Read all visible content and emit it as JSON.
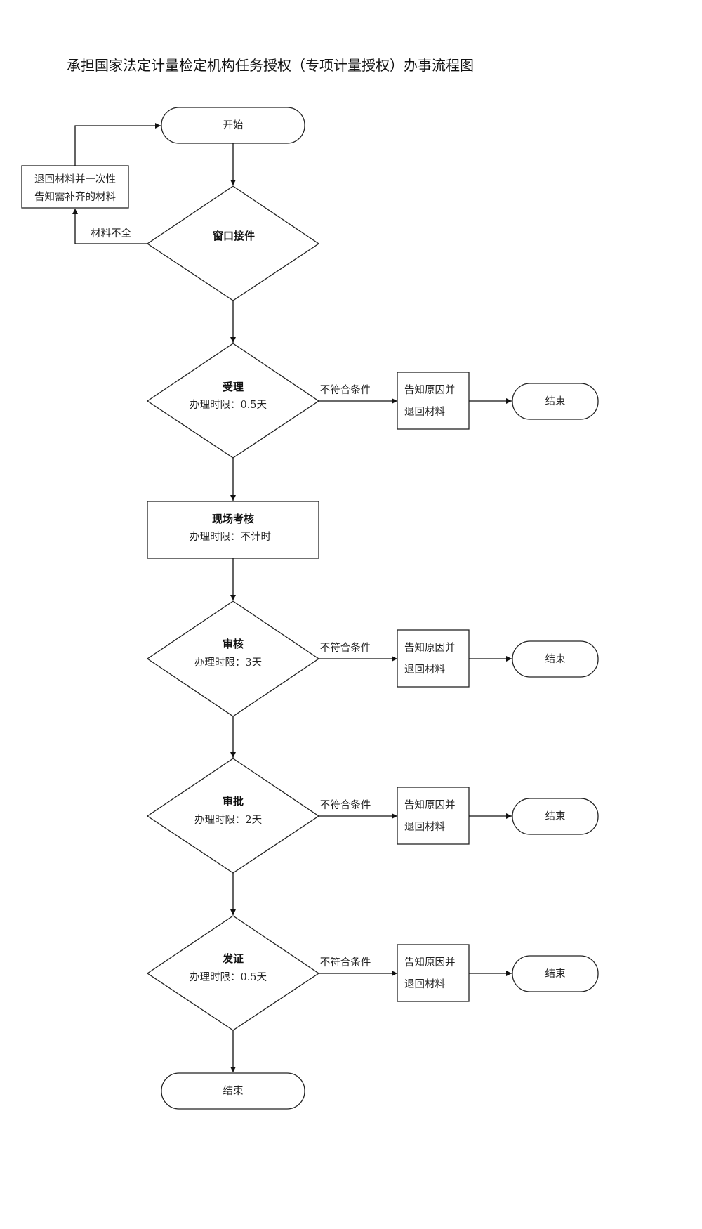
{
  "title": "承担国家法定计量检定机构任务授权（专项计量授权）办事流程图",
  "start": "开始",
  "return_box": {
    "line1": "退回材料并一次性",
    "line2": "告知需补齐的材料"
  },
  "incomplete_label": "材料不全",
  "window": {
    "name": "窗口接件"
  },
  "steps": [
    {
      "name": "受理",
      "limit": "办理时限：0.5天"
    },
    {
      "name": "现场考核",
      "limit": "办理时限：不计时"
    },
    {
      "name": "审核",
      "limit": "办理时限：3天"
    },
    {
      "name": "审批",
      "limit": "办理时限：2天"
    },
    {
      "name": "发证",
      "limit": "办理时限：0.5天"
    }
  ],
  "reject_label": "不符合条件",
  "reject_box": {
    "line1": "告知原因并",
    "line2": "退回材料"
  },
  "end": "结束"
}
